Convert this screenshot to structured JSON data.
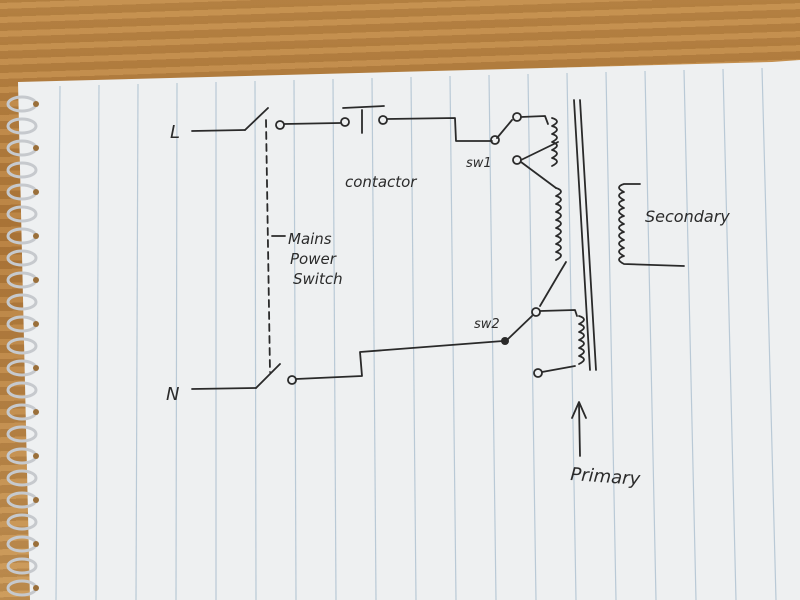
{
  "colors": {
    "paper": "#eef0f1",
    "rule_line": "#b9c9d6",
    "ink": "#2a2a2a",
    "spiral": "#c9ccd0"
  },
  "labels": {
    "line": "L",
    "neutral": "N",
    "contactor": "contactor",
    "sw1": "sw1",
    "sw2": "sw2",
    "mains_line1": "Mains",
    "mains_line2": "Power",
    "mains_line3": "Switch",
    "secondary": "Secondary",
    "primary": "Primary"
  }
}
